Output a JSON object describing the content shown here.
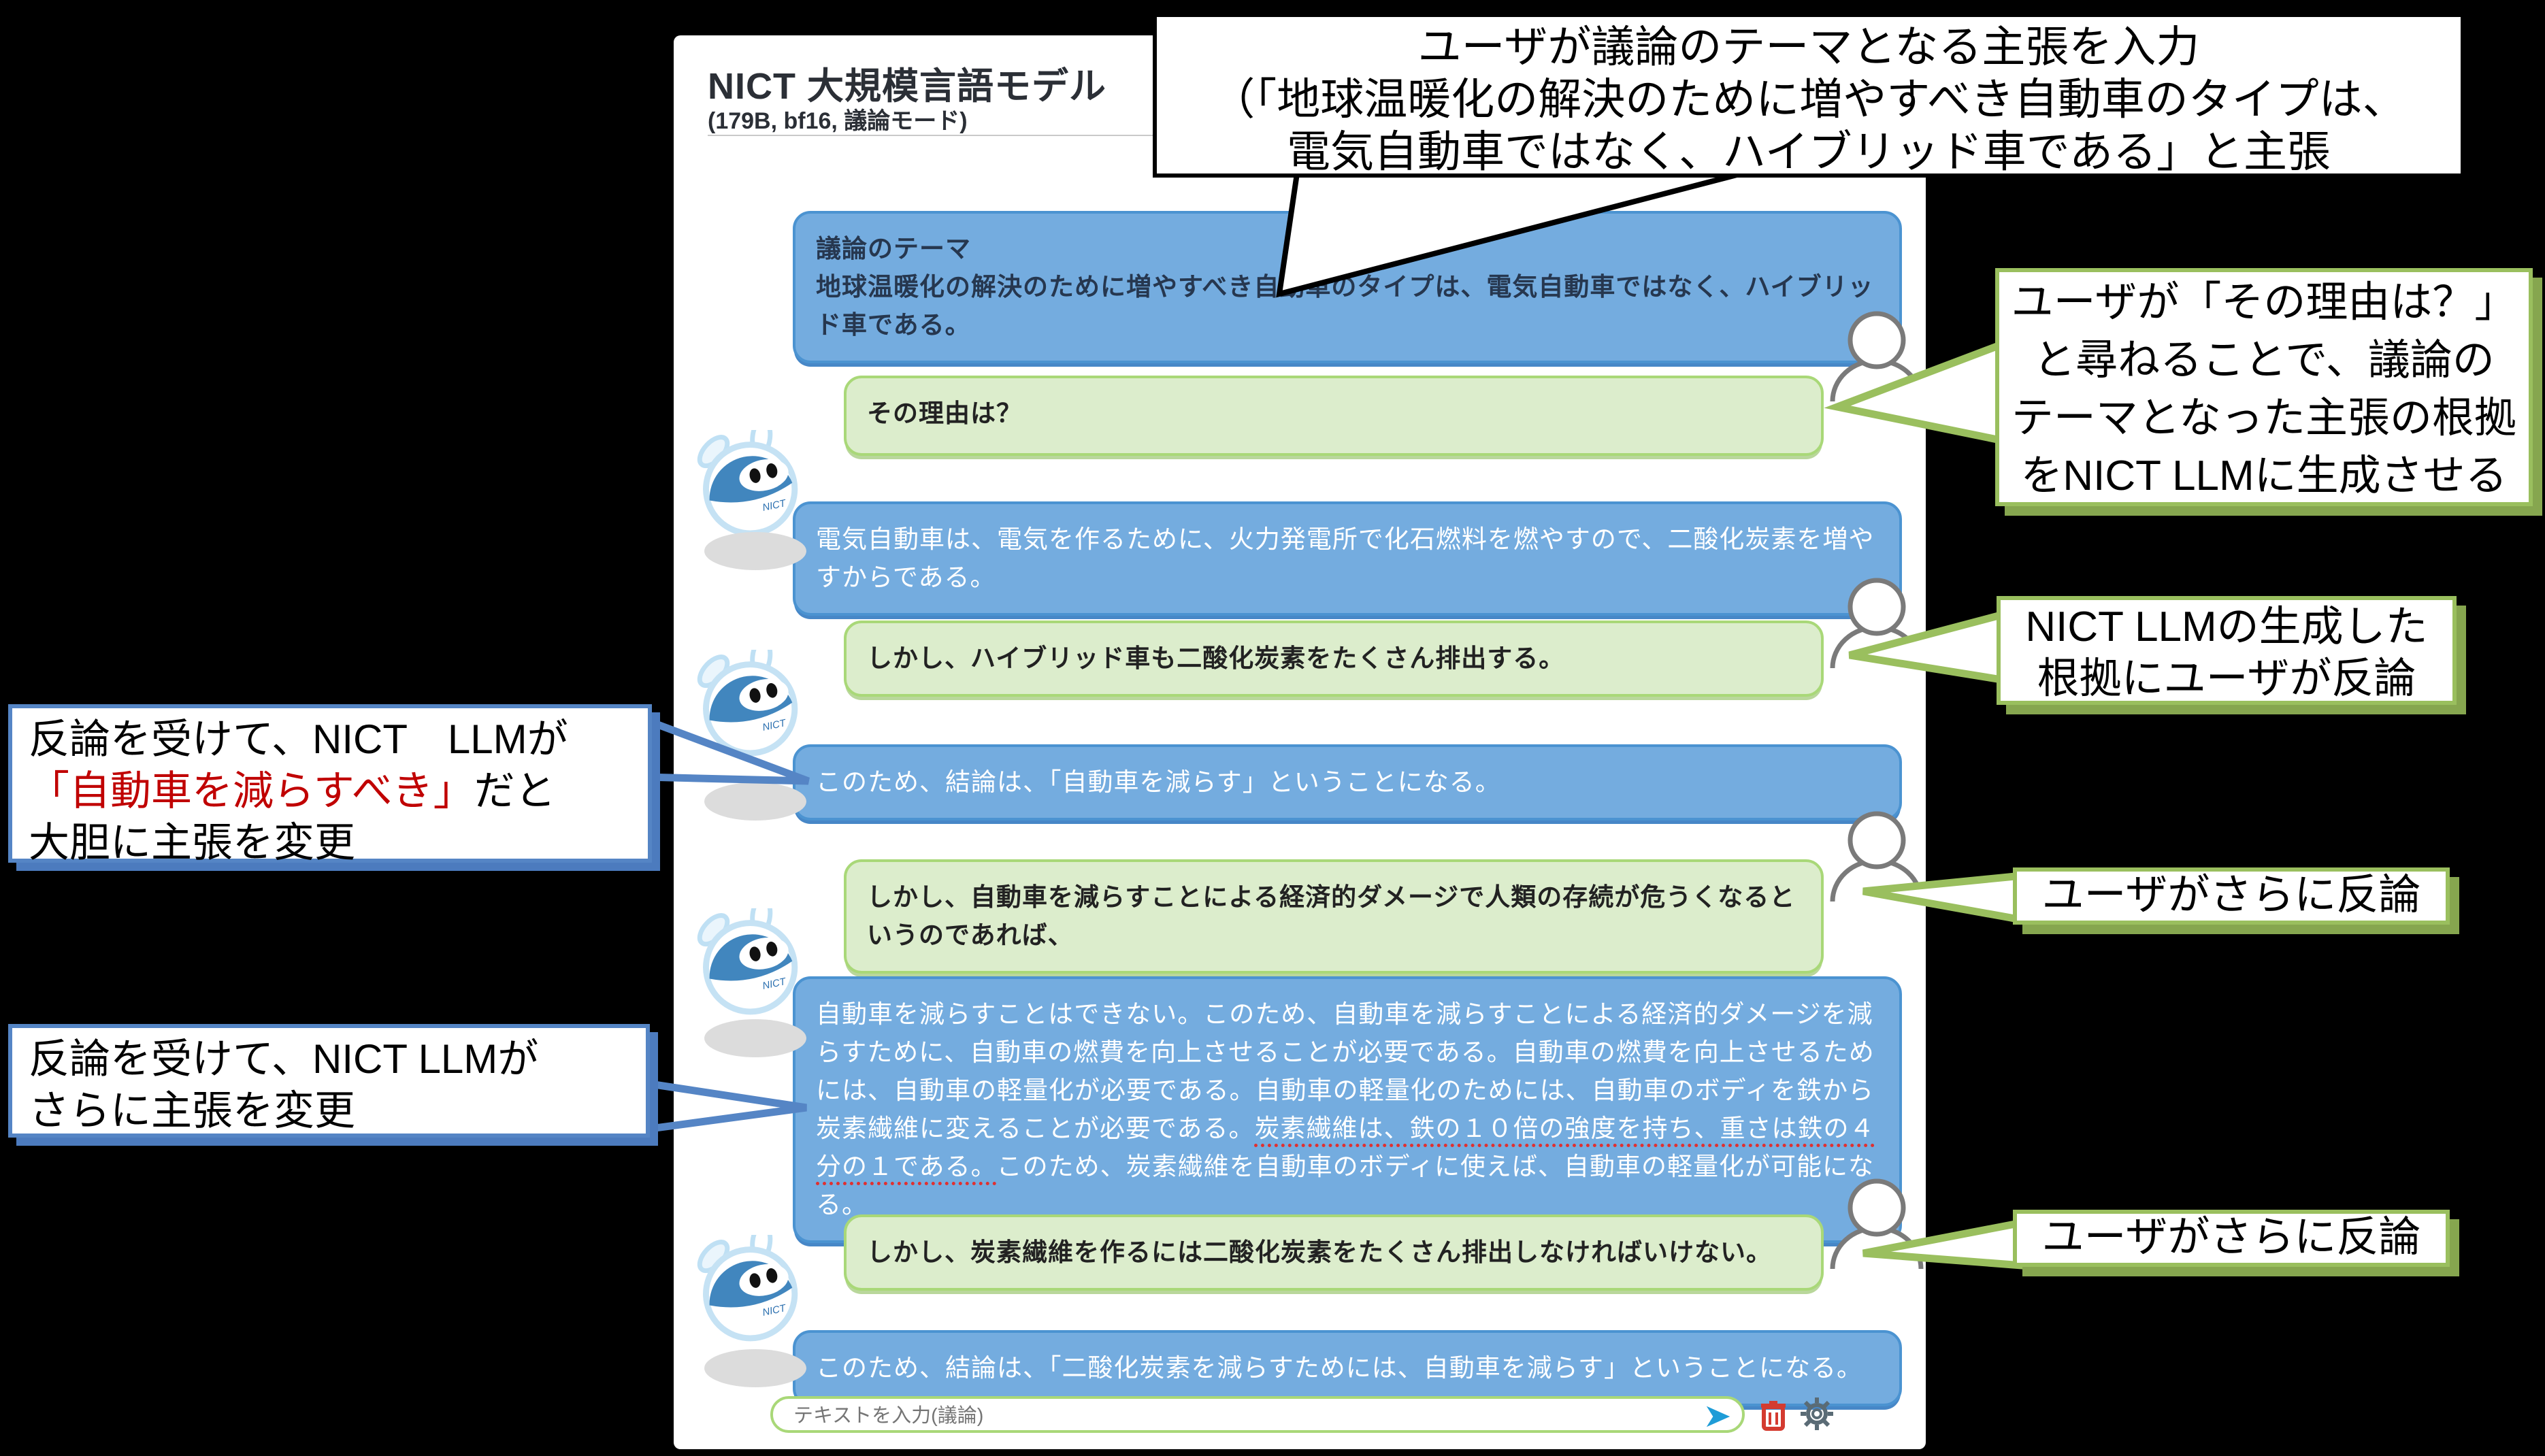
{
  "window": {
    "title": "NICT 大規模言語モデル",
    "subtitle": "(179B, bf16, 議論モード)",
    "input": {
      "placeholder": "テキストを入力(議論)"
    }
  },
  "chat": {
    "messages": [
      {
        "role": "topic",
        "label": "議論のテーマ",
        "text": "地球温暖化の解決のために増やすべき自動車のタイプは、電気自動車ではなく、ハイブリッド車である。"
      },
      {
        "role": "user",
        "text": "その理由は？"
      },
      {
        "role": "llm",
        "text": "電気自動車は、電気を作るために、火力発電所で化石燃料を燃やすので、二酸化炭素を増やすからである。"
      },
      {
        "role": "user",
        "text": "しかし、ハイブリッド車も二酸化炭素をたくさん排出する。"
      },
      {
        "role": "llm",
        "text": "このため、結論は、「自動車を減らす」ということになる。"
      },
      {
        "role": "user",
        "text": "しかし、自動車を減らすことによる経済的ダメージで人類の存続が危うくなるというのであれば、"
      },
      {
        "role": "llm",
        "text_before": "自動車を減らすことはできない。このため、自動車を減らすことによる経済的ダメージを減らすために、自動車の燃費を向上させることが必要である。自動車の燃費を向上させるためには、自動車の軽量化が必要である。自動車の軽量化のためには、自動車のボディを鉄から炭素繊維に変えることが必要である。",
        "text_underlined": "炭素繊維は、鉄の１０倍の強度を持ち、重さは鉄の４分の１である。",
        "text_after": "このため、炭素繊維を自動車のボディに使えば、自動車の軽量化が可能になる。"
      },
      {
        "role": "user",
        "text": "しかし、炭素繊維を作るには二酸化炭素をたくさん排出しなければいけない。"
      },
      {
        "role": "llm",
        "text": "このため、結論は、「二酸化炭素を減らすためには、自動車を減らす」ということになる。"
      }
    ]
  },
  "annotations": {
    "top": {
      "lines": [
        "ユーザが議論のテーマとなる主張を入力",
        "（「地球温暖化の解決のために増やすべき自動車のタイプは、",
        "電気自動車ではなく、ハイブリッド車である」と主張"
      ]
    },
    "right": [
      {
        "lines": [
          "ユーザが「その理由は？」",
          "と尋ねることで、議論の",
          "テーマとなった主張の根拠",
          "をNICT LLMに生成させる"
        ]
      },
      {
        "lines": [
          "NICT LLMの生成した",
          "根拠にユーザが反論"
        ]
      },
      {
        "text": "ユーザがさらに反論"
      },
      {
        "text": "ユーザがさらに反論"
      }
    ],
    "left": [
      {
        "line1": "反論を受けて、NICT　LLMが",
        "red_segment": "「自動車を減らすべき」",
        "line2_suffix": "だと",
        "line3": "大胆に主張を変更"
      },
      {
        "line1": "反論を受けて、NICT LLMが",
        "line2": "さらに主張を変更"
      }
    ]
  },
  "colors": {
    "llm_bubble": "#74ACDF",
    "llm_bubble_border": "#4B93D1",
    "user_bubble": "#DCEDCC",
    "user_bubble_border": "#A9D878",
    "right_callout_border": "#9ABF5E",
    "left_callout_border": "#5585C5",
    "highlight_red": "#C00000",
    "send_icon": "#1E9CD7",
    "trash_icon": "#D43B30",
    "gear_icon": "#5A6B75"
  }
}
